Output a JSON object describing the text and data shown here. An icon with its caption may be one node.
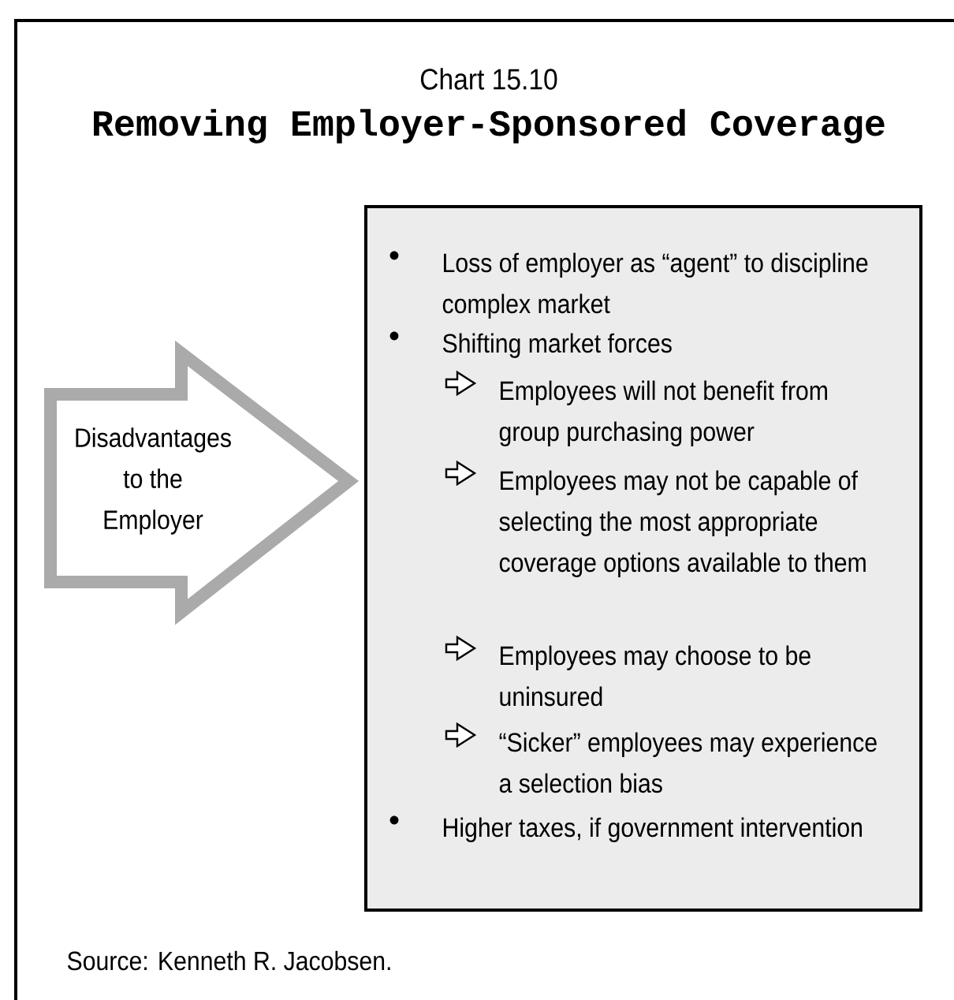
{
  "diagram": {
    "title": "Removing Employer-Sponsored Coverage",
    "caption": "Source: Kenneth R. Jacobsen.",
    "labels": [
      "Chart 15.10"
    ],
    "nodes": [
      {
        "text": [
          "Disadvantages to the Employer"
        ]
      },
      {
        "text": [
          "Loss of employer as “agent” to discipline complex market",
          "Shifting market forces",
          "Employees will not benefit from group purchasing power",
          "Employees may not be capable of selecting the most appropriate coverage options available to them",
          "Employees may choose to be uninsured",
          "“Sicker” employees may experience a selection bias",
          "Higher taxes, if government intervention"
        ]
      }
    ],
    "edges": []
  }
}
